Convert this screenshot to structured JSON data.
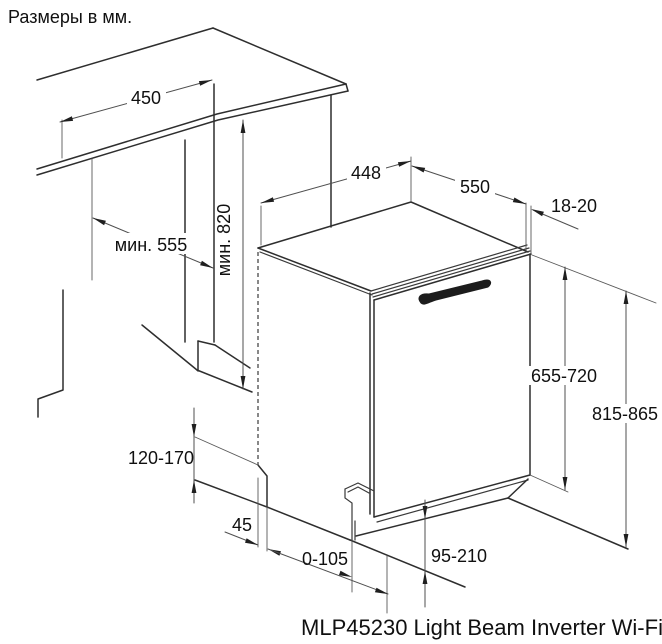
{
  "title": "Размеры в мм.",
  "caption": "MLP45230 Light Beam Inverter Wi-Fi",
  "diagram": {
    "type": "appliance-installation-dimension-drawing",
    "unit": "mm",
    "labels": {
      "niche_width": "450",
      "niche_depth_min": "мин. 555",
      "niche_height_min": "мин. 820",
      "appliance_width": "448",
      "appliance_depth": "550",
      "door_panel_thickness": "18-20",
      "door_panel_height": "655-720",
      "overall_door_height": "815-865",
      "plinth_height_range": "120-170",
      "plinth_recess": "45",
      "door_bottom_adjust": "0-105",
      "base_clearance_range": "95-210"
    },
    "colors": {
      "line": "#2e2e2e",
      "dimension_line": "#4f4f4f",
      "text": "#101010",
      "background": "#ffffff"
    }
  }
}
